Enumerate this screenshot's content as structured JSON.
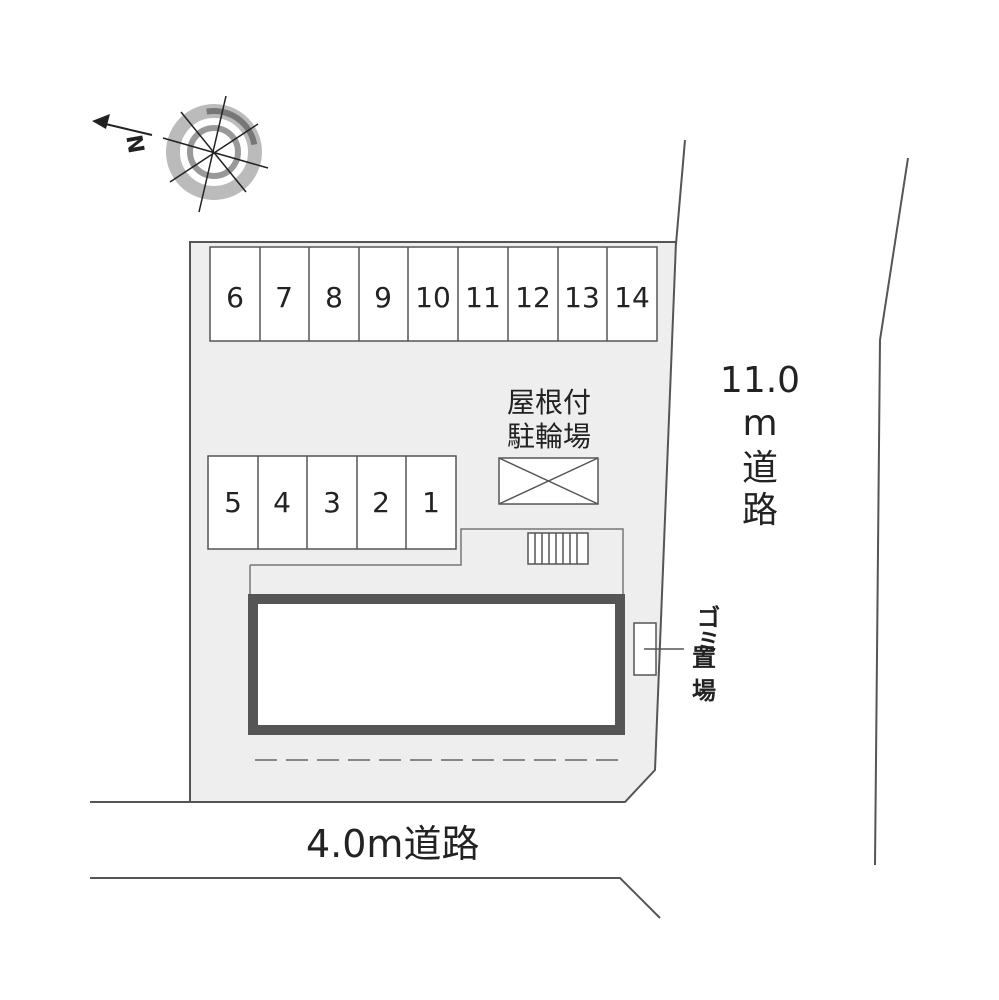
{
  "compass": {
    "north_label": "N",
    "icon": "compass-rose-icon"
  },
  "roads": {
    "east": {
      "line1": "11.0",
      "line2": "m",
      "line3": "道",
      "line4": "路"
    },
    "south": {
      "label": "4.0m道路"
    }
  },
  "parking": {
    "top_row": [
      "6",
      "7",
      "8",
      "9",
      "10",
      "11",
      "12",
      "13",
      "14"
    ],
    "bottom_row": [
      "5",
      "4",
      "3",
      "2",
      "1"
    ]
  },
  "bicycle_parking": {
    "line1": "屋根付",
    "line2": "駐輪場"
  },
  "garbage": {
    "line1": "ゴミ",
    "line2": "置",
    "line3": "場"
  },
  "colors": {
    "lot": "#eeeeee",
    "line": "#555555",
    "building_border": "#555555",
    "building_fill": "#ffffff"
  }
}
